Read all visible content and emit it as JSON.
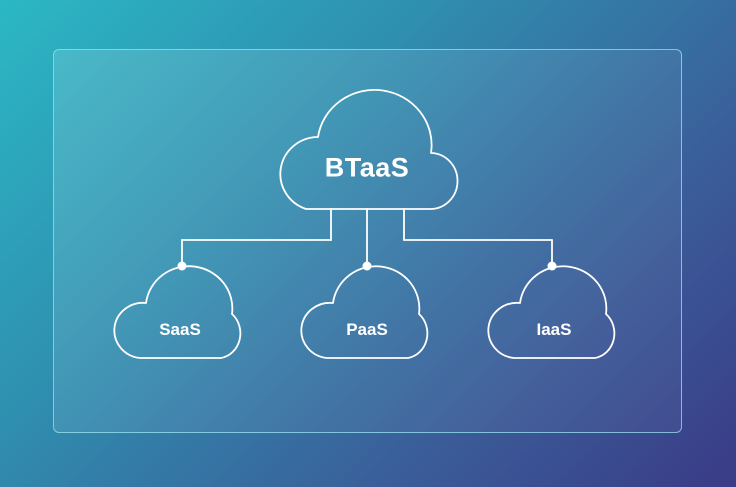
{
  "diagram": {
    "root": {
      "label": "BTaaS"
    },
    "children": [
      {
        "label": "SaaS"
      },
      {
        "label": "PaaS"
      },
      {
        "label": "IaaS"
      }
    ]
  },
  "colors": {
    "background_start": "#2bb8c4",
    "background_end": "#3a3b86",
    "line": "#ffffff",
    "panel_border": "#96e1f0"
  },
  "icons": [
    "cloud-icon"
  ]
}
